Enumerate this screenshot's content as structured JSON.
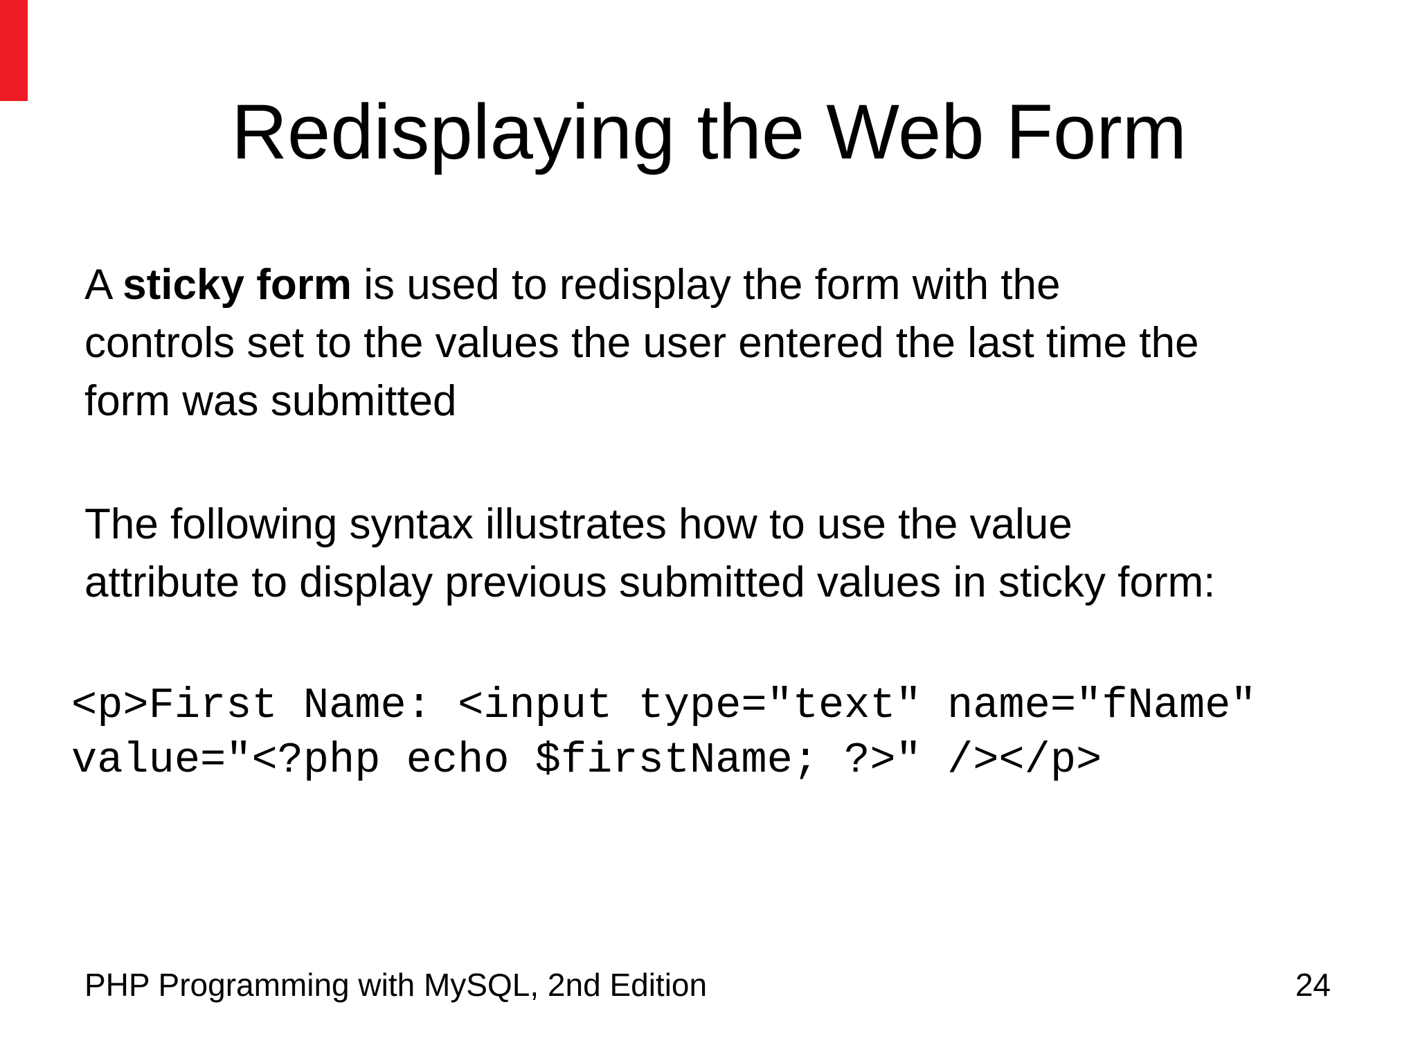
{
  "slide": {
    "accent_color": "#ed1c24",
    "title": "Redisplaying the Web Form",
    "paragraph1": {
      "line1_prefix": "A ",
      "line1_bold": "sticky form",
      "line1_suffix": " is used to redisplay the form with the",
      "line2": "controls set to the values the user entered the last time the",
      "line3": "form was submitted"
    },
    "paragraph2": {
      "line1": "The following syntax illustrates how to use the value",
      "line2": "attribute to display previous submitted values in sticky form:"
    },
    "code": {
      "line1": "<p>First Name: <input type=\"text\" name=\"fName\"",
      "line2": "value=\"<?php echo $firstName; ?>\" /></p>"
    },
    "footer": {
      "book_title": "PHP Programming with MySQL, 2nd Edition",
      "page_number": "24"
    }
  }
}
